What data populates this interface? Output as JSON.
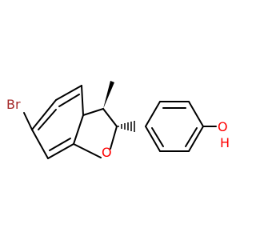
{
  "atoms": {
    "bromine": {
      "label": "Br",
      "color": "#a52a2a"
    },
    "ring_oxygen": {
      "label": "O",
      "color": "#ff0000"
    },
    "hydroxyl_oxygen": {
      "label": "O",
      "color": "#ff0000"
    },
    "hydroxyl_hydrogen": {
      "label": "H",
      "color": "#ff0000"
    }
  },
  "colors": {
    "bond": "#000000",
    "background": "#ffffff"
  }
}
